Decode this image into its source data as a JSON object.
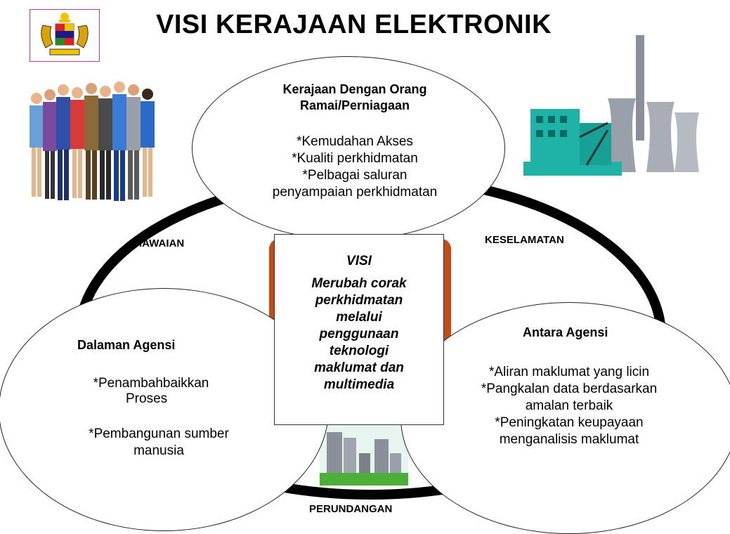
{
  "title": "VISI KERAJAAN ELEKTRONIK",
  "ring_labels": {
    "left": "PIAWAIAN",
    "right": "KESELAMATAN",
    "bottom": "PERUNDANGAN"
  },
  "top_ellipse": {
    "heading": [
      "Kerajaan Dengan Orang",
      "Ramai/Perniagaan"
    ],
    "items": [
      "*Kemudahan Akses",
      "*Kualiti perkhidmatan",
      "*Pelbagai saluran",
      "penyampaian perkhidmatan"
    ]
  },
  "left_ellipse": {
    "heading": "Dalaman Agensi",
    "items": [
      "*Penambahbaikkan",
      "Proses",
      "*Pembangunan sumber",
      "manusia"
    ]
  },
  "right_ellipse": {
    "heading": "Antara Agensi",
    "items": [
      "*Aliran maklumat yang licin",
      "*Pangkalan data berdasarkan",
      "amalan terbaik",
      "*Peningkatan keupayaan",
      "menganalisis maklumat"
    ]
  },
  "center": {
    "heading": "VISI",
    "lines": [
      "Merubah corak",
      "perkhidmatan",
      "melalui",
      "penggunaan",
      "teknologi",
      "maklumat dan",
      "multimedia"
    ]
  },
  "icons": [
    "malaysia-coat-of-arms-icon",
    "people-group-icon",
    "factory-icon",
    "city-buildings-icon"
  ],
  "colors": {
    "ring": "#000000",
    "accent": "#c44a17",
    "factory": "#1fb3a8",
    "grass": "#4caf3a"
  }
}
